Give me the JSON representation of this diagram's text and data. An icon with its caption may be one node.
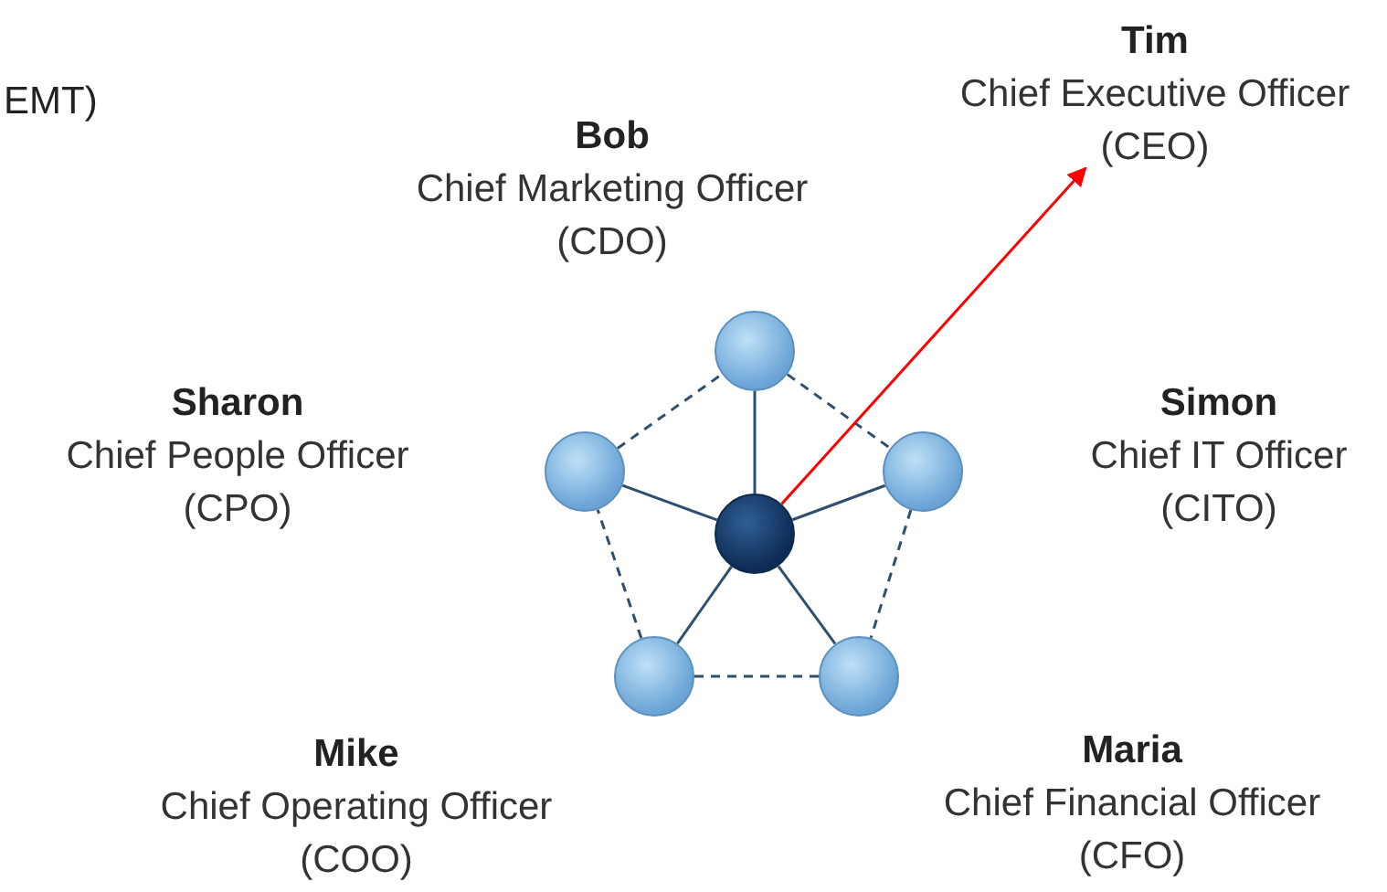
{
  "diagram": {
    "nodes": [
      {
        "text": [
          "Tim",
          "Chief Executive Officer",
          "(CEO)"
        ]
      },
      {
        "text": [],
        "shape": "circle",
        "beside": [
          "Bob",
          "Chief Marketing Officer",
          "(CDO)"
        ]
      },
      {
        "text": [],
        "shape": "circle",
        "beside": [
          "Sharon",
          "Chief People Officer",
          "(CPO)"
        ]
      },
      {
        "text": [],
        "shape": "circle"
      },
      {
        "text": [],
        "shape": "circle",
        "beside": [
          "Simon",
          "Chief IT Officer",
          "(CITO)"
        ]
      },
      {
        "text": [],
        "shape": "circle",
        "beside": [
          "Mike",
          "Chief Operating Officer",
          "(COO)"
        ]
      },
      {
        "text": [],
        "shape": "circle",
        "beside": [
          "Maria",
          "Chief Financial Officer",
          "(CFO)"
        ]
      }
    ],
    "edges": [
      {
        "from": 3,
        "to": 1,
        "arrow": "none"
      },
      {
        "from": 3,
        "to": 2,
        "arrow": "none"
      },
      {
        "from": 3,
        "to": 4,
        "arrow": "none"
      },
      {
        "from": 3,
        "to": 5,
        "arrow": "none"
      },
      {
        "from": 3,
        "to": 6,
        "arrow": "none"
      },
      {
        "from": 1,
        "to": 4,
        "arrow": "none",
        "style": "dashed"
      },
      {
        "from": 4,
        "to": 6,
        "arrow": "none",
        "style": "dashed"
      },
      {
        "from": 6,
        "to": 5,
        "arrow": "none",
        "style": "dashed"
      },
      {
        "from": 5,
        "to": 2,
        "arrow": "none",
        "style": "dashed"
      },
      {
        "from": 2,
        "to": 1,
        "arrow": "none",
        "style": "dashed"
      },
      {
        "from": 3,
        "to": 0,
        "arrow": "to",
        "color": "#ff0000"
      }
    ],
    "labels": [
      "EMT)"
    ]
  }
}
